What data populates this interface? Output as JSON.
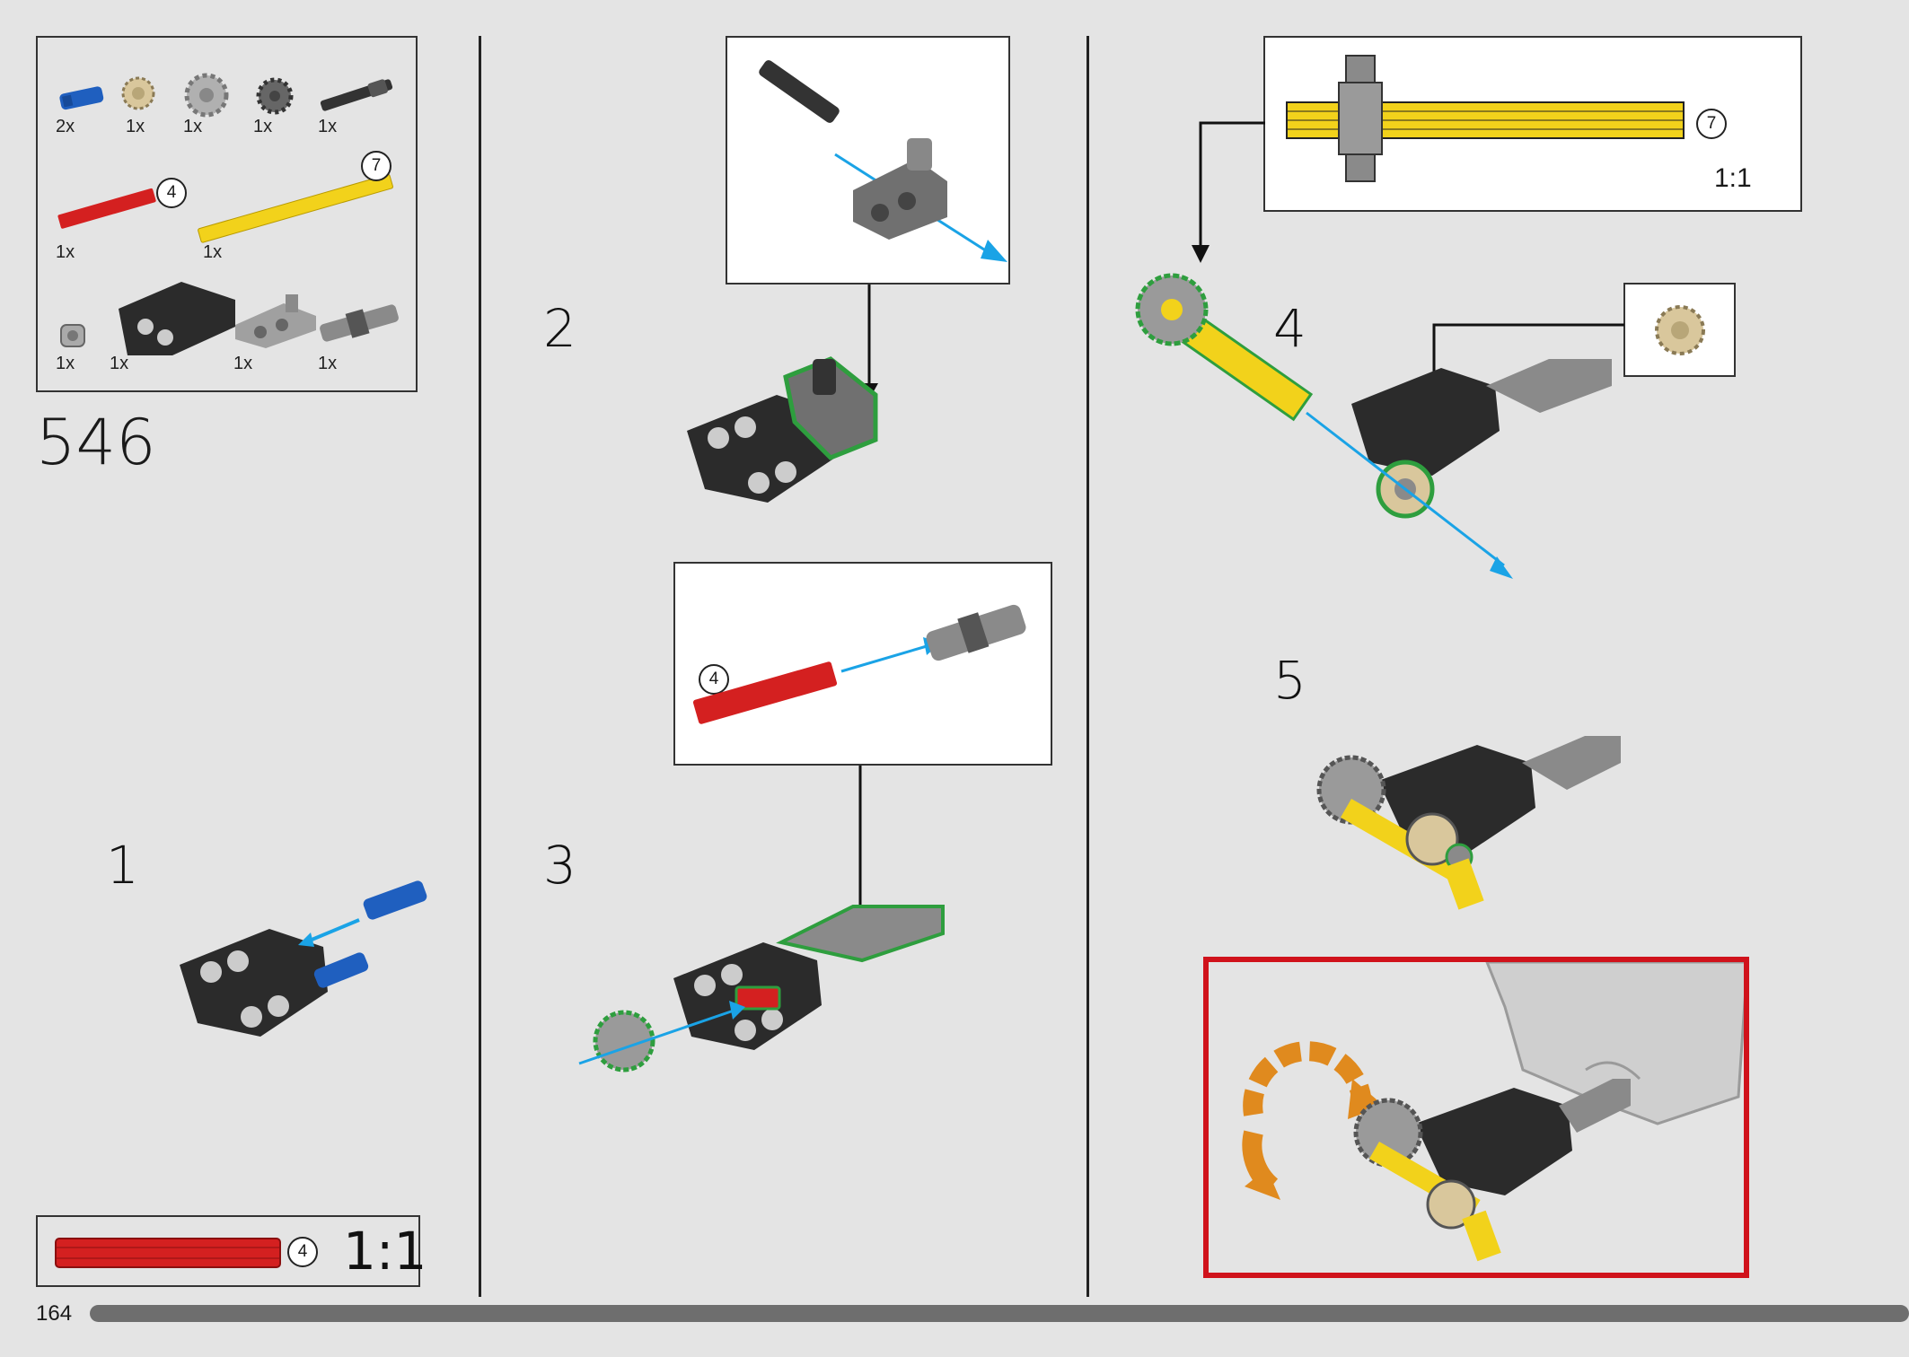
{
  "set_step": "546",
  "page_number": "164",
  "parts_list": [
    {
      "name": "blue-pin",
      "qty": "2x",
      "color": "#1f5fbf"
    },
    {
      "name": "tan-clutch-gear",
      "qty": "1x",
      "color": "#d9c79c"
    },
    {
      "name": "gray-gear-16",
      "qty": "1x",
      "color": "#9a9a9a"
    },
    {
      "name": "dark-gear-12",
      "qty": "1x",
      "color": "#5a5a5a"
    },
    {
      "name": "black-axle-pin",
      "qty": "1x",
      "color": "#333333"
    },
    {
      "name": "red-axle-4",
      "qty": "1x",
      "color": "#d42020",
      "length": "4"
    },
    {
      "name": "yellow-axle-7",
      "qty": "1x",
      "color": "#f2d21b",
      "length": "7"
    },
    {
      "name": "bush",
      "qty": "1x",
      "color": "#aaaaaa"
    },
    {
      "name": "black-beam-bracket",
      "qty": "1x",
      "color": "#2b2b2b"
    },
    {
      "name": "gray-pin-connector",
      "qty": "1x",
      "color": "#a0a0a0"
    },
    {
      "name": "universal-joint",
      "qty": "1x",
      "color": "#8a8a8a"
    }
  ],
  "steps": [
    "1",
    "2",
    "3",
    "4",
    "5"
  ],
  "callouts": {
    "step3_axle_length": "4",
    "step4_axle_length": "7",
    "step4_scale": "1:1"
  },
  "scale_bar": {
    "length": "4",
    "scale": "1:1"
  },
  "colors": {
    "highlight_green": "#2e9e3e",
    "arrow_blue": "#1aa3e6",
    "frame_red": "#d0121b",
    "rotate_orange": "#e08a1e"
  }
}
